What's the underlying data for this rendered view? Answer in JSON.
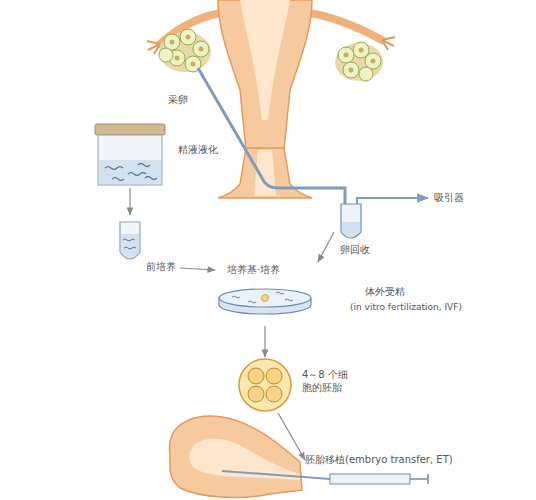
{
  "diagram": {
    "nodes": [
      {
        "text": [
          "精液液化"
        ]
      },
      {
        "text": [
          "前培养"
        ]
      },
      {
        "text": [
          "卵回收"
        ]
      },
      {
        "text": [
          "培养基·培养",
          "体外受精",
          "(in vitro fertilization, IVF)"
        ]
      },
      {
        "text": [
          "4～8 个细胞的胚胎"
        ]
      },
      {
        "text": [
          "胚胎移植(embryo transfer, ET)"
        ]
      }
    ],
    "edges": [
      {
        "from": 0,
        "to": 1,
        "arrow": "to"
      },
      {
        "from": 1,
        "to": 3,
        "arrow": "to"
      },
      {
        "from": 2,
        "to": 3,
        "arrow": "to"
      },
      {
        "from": 3,
        "to": 4,
        "arrow": "to"
      },
      {
        "from": 4,
        "to": 5,
        "arrow": "to"
      }
    ],
    "labels": [
      "采卵",
      "吸引器"
    ]
  }
}
